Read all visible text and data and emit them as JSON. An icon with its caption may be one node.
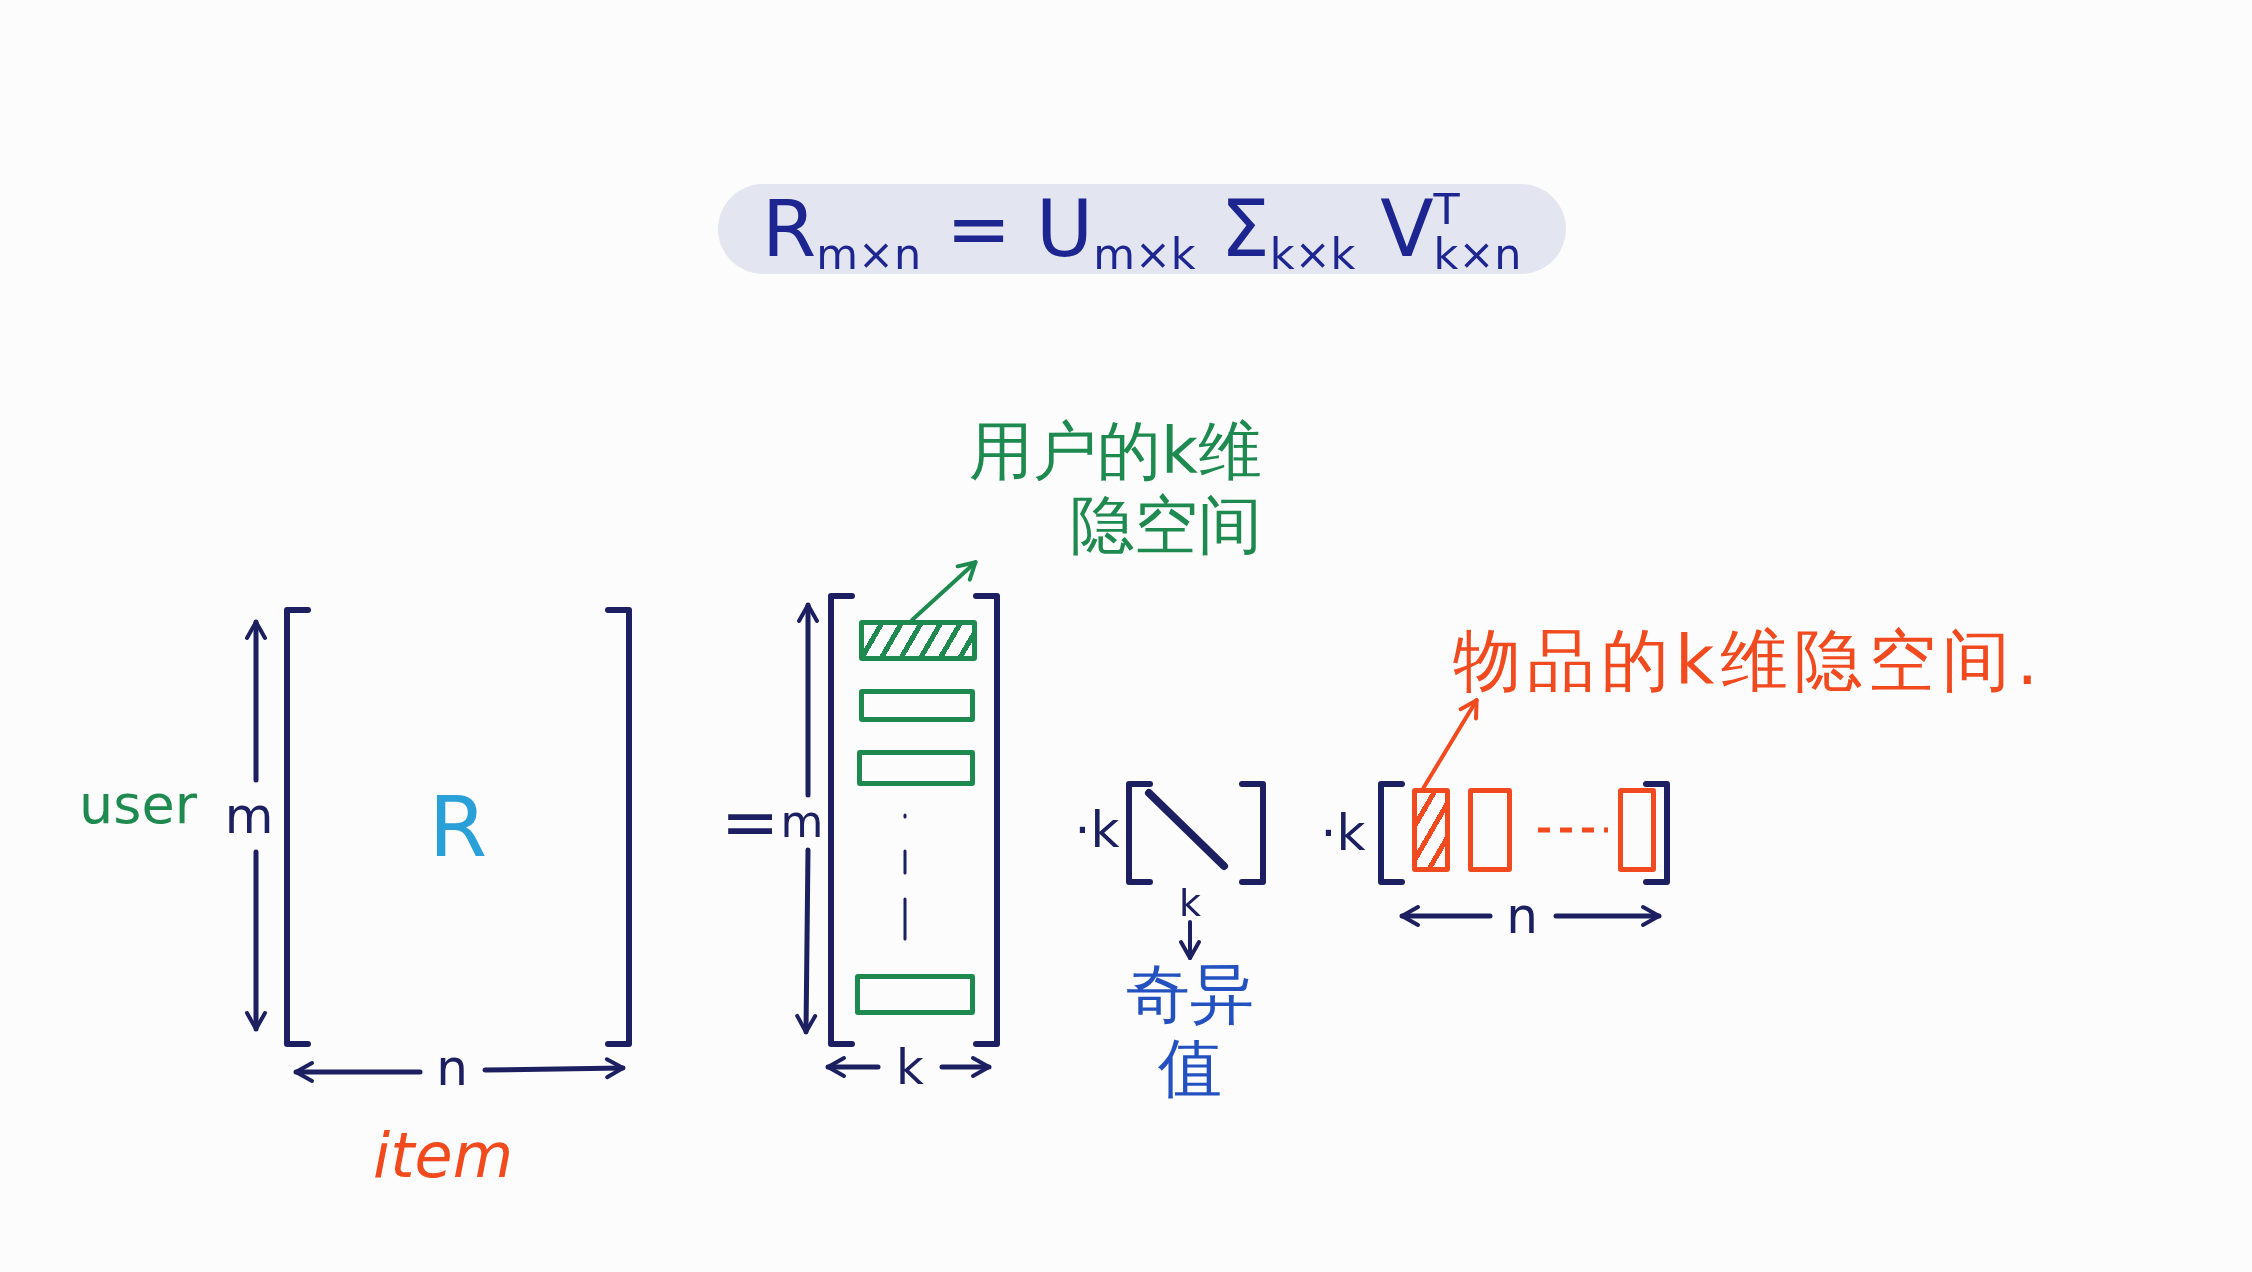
{
  "diagram": {
    "title": "R$_{m×n}$ = U$_{m×k}$ Σ$_{k×k}$ V$^{T}$$_{k×n}$",
    "nodes": [
      {
        "text": [
          "R"
        ]
      },
      {
        "text": [],
        "shape": "box"
      },
      {
        "text": [],
        "shape": "box",
        "in": 1
      },
      {
        "text": [],
        "shape": "box",
        "in": 1
      },
      {
        "text": [],
        "shape": "box",
        "in": 1
      },
      {
        "text": [],
        "shape": "box",
        "in": 1
      },
      {
        "text": [
          "用户的k维隐空间"
        ]
      },
      {
        "text": [],
        "shape": "box"
      },
      {
        "text": [
          "k"
        ]
      },
      {
        "text": [
          "奇异值"
        ]
      },
      {
        "text": [],
        "shape": "box"
      },
      {
        "text": [],
        "shape": "box",
        "in": 10
      },
      {
        "text": [],
        "shape": "box",
        "in": 10
      },
      {
        "text": [],
        "shape": "box",
        "in": 10
      },
      {
        "text": [
          "物品的k维隐空间."
        ]
      }
    ],
    "edges": [
      {
        "from": 2,
        "to": 6,
        "arrow": "to",
        "color": "#1f8a4f"
      },
      {
        "from": 8,
        "to": 9,
        "arrow": "to",
        "color": "#1c2060"
      },
      {
        "from": 11,
        "to": 14,
        "arrow": "to",
        "color": "#f04a1e"
      }
    ],
    "labels": [
      "user",
      "m",
      "n",
      "item",
      "=",
      "m",
      "k",
      "·k",
      "·k",
      "n"
    ]
  }
}
